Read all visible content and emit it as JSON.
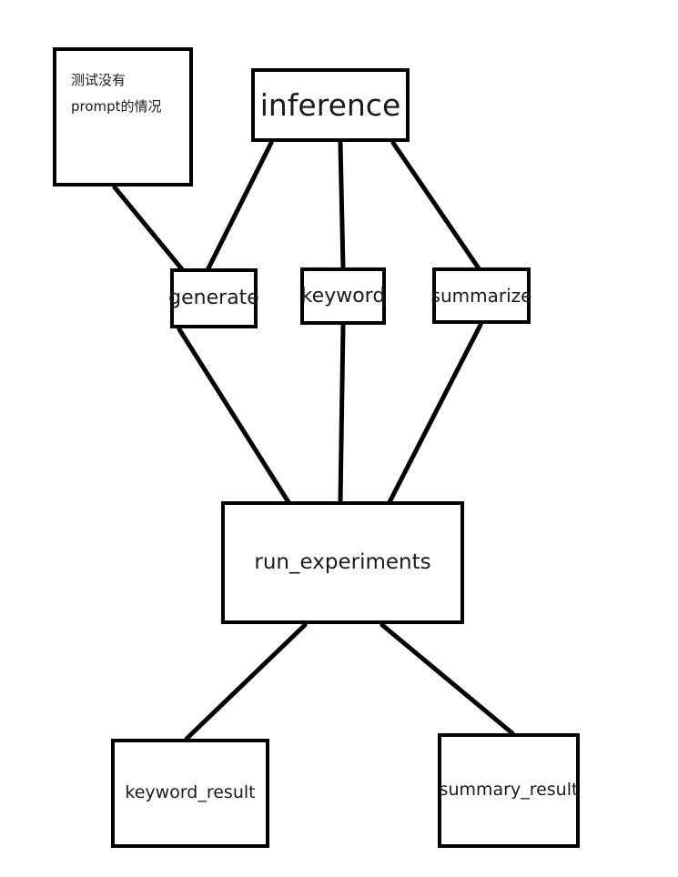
{
  "diagram": {
    "title": "inference pipeline call graph",
    "background_color": "#ffffff",
    "node_border_color": "#000000",
    "edge_color": "#000000",
    "text_color": "#1a1a1a",
    "nodes": [
      {
        "id": "note",
        "label_line1": "测试没有",
        "label_line2": "prompt的情况"
      },
      {
        "id": "inference",
        "label": "inference"
      },
      {
        "id": "generate",
        "label": "generate"
      },
      {
        "id": "keyword",
        "label": "keyword"
      },
      {
        "id": "summarize",
        "label": "summarize"
      },
      {
        "id": "run_experiments",
        "label": "run_experiments"
      },
      {
        "id": "keyword_result",
        "label": "keyword_result"
      },
      {
        "id": "summary_result",
        "label": "summary_result"
      }
    ],
    "edges": [
      {
        "from": "note",
        "to": "generate"
      },
      {
        "from": "inference",
        "to": "generate"
      },
      {
        "from": "inference",
        "to": "keyword"
      },
      {
        "from": "inference",
        "to": "summarize"
      },
      {
        "from": "generate",
        "to": "run_experiments"
      },
      {
        "from": "keyword",
        "to": "run_experiments"
      },
      {
        "from": "summarize",
        "to": "run_experiments"
      },
      {
        "from": "run_experiments",
        "to": "keyword_result"
      },
      {
        "from": "run_experiments",
        "to": "summary_result"
      }
    ]
  }
}
